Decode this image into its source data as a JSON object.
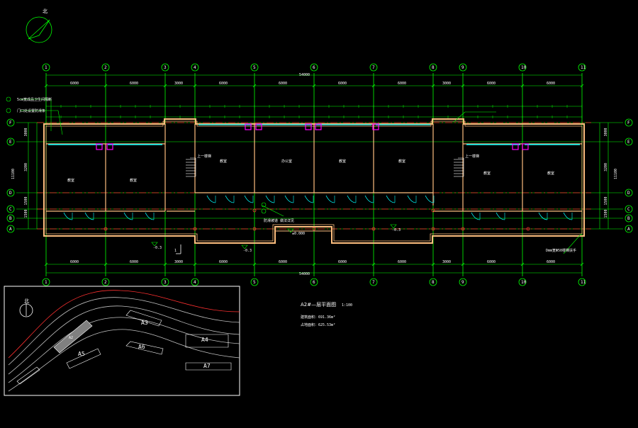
{
  "colors": {
    "background": "#000000",
    "grid": "#00ff00",
    "wall": "#ffbf7f",
    "axis": "#ff3030",
    "window": "#00ffff",
    "column": "#ff00ff",
    "text": "#ffffff",
    "site_road": "#c0c0c0",
    "site_edge": "#ff3030",
    "site_highlight": "#808080"
  },
  "plan": {
    "title": "A2#—层平面图",
    "scale": "1:100",
    "notes": [
      "建筑面积：691.36m²",
      "占地面积：625.53m²"
    ],
    "overall_dim_top": "54000",
    "overall_dim_bottom": "54000",
    "grid_cols": [
      "1",
      "2",
      "3",
      "4",
      "5",
      "6",
      "7",
      "8",
      "9",
      "10",
      "11"
    ],
    "grid_rows": [
      "F",
      "E",
      "D",
      "C",
      "B",
      "A"
    ],
    "bay_dims_top": [
      "6000",
      "6000",
      "3000",
      "6000",
      "6000",
      "6000",
      "6000",
      "3000",
      "6000",
      "6000"
    ],
    "bay_dims_bottom": [
      "6000",
      "6000",
      "3000",
      "6000",
      "6000",
      "6000",
      "6000",
      "3000",
      "6000",
      "6000"
    ],
    "left_dims": [
      "3000",
      "3200",
      "1500",
      "1500"
    ],
    "right_dims": [
      "3000",
      "3200",
      "1500",
      "1500"
    ],
    "overall_side_left": "11100",
    "overall_side_right": "11100",
    "room_labels": [
      "教室",
      "教室",
      "办公室",
      "教室",
      "教室",
      "教室",
      "教室",
      "教室"
    ],
    "stair_labels": [
      "上一楼梯",
      "上一楼梯"
    ],
    "level_marks": [
      "-0.3",
      "-0.3",
      "±0.000",
      "-0.3"
    ],
    "callouts": [
      "5cm宽成品卫生间隔断",
      "门口处设置防滑条",
      "防滑坡道 做法详见",
      "Dmm宽Φ50楼梯扶手"
    ],
    "north_label": "北",
    "section_mark": "1"
  },
  "site": {
    "north_label": "北",
    "buildings": [
      "A2",
      "A3",
      "A4",
      "A5",
      "A6",
      "A7"
    ]
  }
}
